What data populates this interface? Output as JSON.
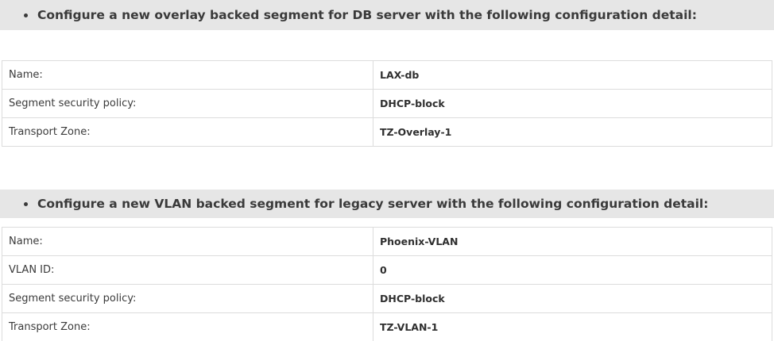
{
  "section1": {
    "heading": "Configure a new overlay backed segment for DB server with the following configuration detail:",
    "rows": [
      {
        "label": "Name:",
        "value": "LAX-db"
      },
      {
        "label": "Segment security policy:",
        "value": "DHCP-block"
      },
      {
        "label": "Transport Zone:",
        "value": "TZ-Overlay-1"
      }
    ]
  },
  "section2": {
    "heading": "Configure a new VLAN backed segment for legacy server with the following configuration detail:",
    "rows": [
      {
        "label": "Name:",
        "value": "Phoenix-VLAN"
      },
      {
        "label": "VLAN ID:",
        "value": "0"
      },
      {
        "label": "Segment security policy:",
        "value": "DHCP-block"
      },
      {
        "label": "Transport Zone:",
        "value": "TZ-VLAN-1"
      }
    ]
  }
}
